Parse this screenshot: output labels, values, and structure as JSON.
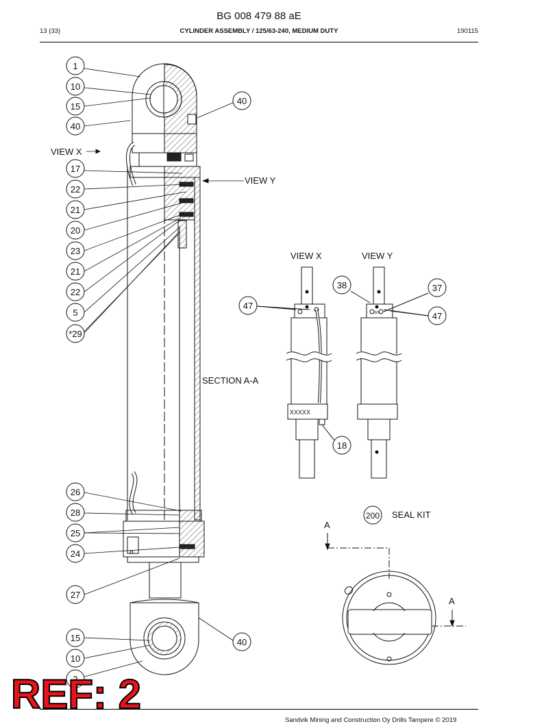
{
  "header": {
    "doc_id": "BG 008 479 88 aE",
    "page": "13 (33)",
    "title": "CYLINDER ASSEMBLY / 125/63-240, MEDIUM DUTY",
    "date": "190115"
  },
  "labels": {
    "view_x": "VIEW X",
    "view_y": "VIEW Y",
    "section": "SECTION A-A",
    "section_mark": "A",
    "seal_kit": "SEAL KIT",
    "xxxxx": "XXXXX",
    "bo": "BO"
  },
  "balloons": {
    "left": [
      "1",
      "10",
      "15",
      "40",
      "17",
      "22",
      "21",
      "20",
      "23",
      "21",
      "22",
      "5",
      "*29",
      "26",
      "28",
      "25",
      "24",
      "27",
      "15",
      "10",
      "2"
    ],
    "right_top": "40",
    "right_bottom": "40",
    "view_x_47": "47",
    "view_x_18": "18",
    "view_y_38": "38",
    "view_y_37": "37",
    "view_y_47": "47",
    "seal_kit": "200"
  },
  "stamp": "REF: 2",
  "footer": "Sandvik Mining and Construction Oy Drills Tampere © 2019",
  "colors": {
    "stamp_red": "#e8141c",
    "line": "#111111"
  }
}
